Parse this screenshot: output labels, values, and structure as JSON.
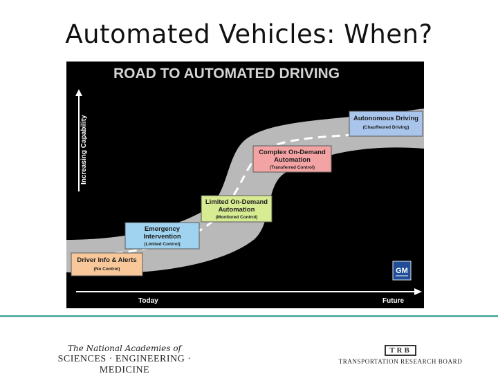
{
  "slide": {
    "title": "Automated Vehicles: When?"
  },
  "diagram": {
    "heading": "ROAD TO AUTOMATED DRIVING",
    "y_axis_label": "Increasing Capability",
    "x_axis_start": "Today",
    "x_axis_end": "Future",
    "logo": "GM",
    "stages": [
      {
        "title_lines": [
          "Driver Info & Alerts"
        ],
        "subtitle": "(No Control)",
        "color": "#f8c89a"
      },
      {
        "title_lines": [
          "Emergency",
          "Intervention"
        ],
        "subtitle": "(Limited Control)",
        "color": "#9fd3ef"
      },
      {
        "title_lines": [
          "Limited On-Demand",
          "Automation"
        ],
        "subtitle": "(Monitored Control)",
        "color": "#d7eb93"
      },
      {
        "title_lines": [
          "Complex On-Demand",
          "Automation"
        ],
        "subtitle": "(Transferred Control)",
        "color": "#f3a3a3"
      },
      {
        "title_lines": [
          "Autonomous Driving"
        ],
        "subtitle": "(Chauffeured Driving)",
        "color": "#a9c5ec"
      }
    ],
    "colors": {
      "background": "#000000",
      "road": "#b9b9b9",
      "heading": "#d4d4d4",
      "lane_dash": "#ffffff"
    }
  },
  "footer": {
    "org_line1": "The National Academies of",
    "org_line2": "SCIENCES · ENGINEERING · MEDICINE",
    "trb_logo": "TRB",
    "trb_name": "TRANSPORTATION RESEARCH BOARD",
    "rule_color": "#5fb3a6"
  }
}
